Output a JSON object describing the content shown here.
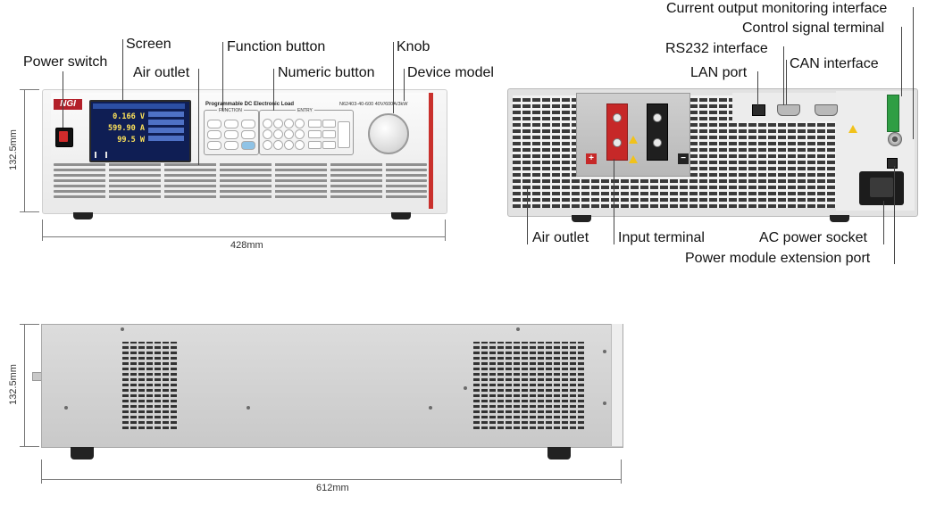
{
  "labels": {
    "power_switch": "Power switch",
    "screen": "Screen",
    "air_outlet": "Air outlet",
    "function_button": "Function button",
    "numeric_button": "Numeric button",
    "knob": "Knob",
    "device_model": "Device model",
    "current_output_monitoring_interface": "Current output monitoring interface",
    "control_signal_terminal": "Control signal terminal",
    "rs232_interface": "RS232 interface",
    "lan_port": "LAN port",
    "can_interface": "CAN interface",
    "rear_air_outlet": "Air outlet",
    "input_terminal": "Input terminal",
    "ac_power_socket": "AC power socket",
    "power_module_extension_port": "Power module extension port"
  },
  "dimensions": {
    "front_height": "132.5mm",
    "front_width": "428mm",
    "side_height": "132.5mm",
    "side_depth": "612mm"
  },
  "front_panel": {
    "logo": "NGI",
    "title": "Programmable DC Electronic Load",
    "model": "N62403-40-600 40V/600A/3kW",
    "function_caption": "FUNCTION",
    "entry_caption": "ENTRY",
    "display": {
      "voltage": "0.166 V",
      "current": "599.90 A",
      "power": "99.5 W"
    }
  },
  "icons": {
    "power_switch": "rocker-switch-icon",
    "knob": "rotary-knob-icon",
    "positive_terminal": "plus-icon",
    "negative_terminal": "minus-icon",
    "warning": "warning-triangle-icon"
  },
  "colors": {
    "brand_red": "#c9302c",
    "screen_blue": "#0f1e54",
    "reading_yellow": "#ffe45a",
    "terminal_green": "#2f9e44"
  }
}
